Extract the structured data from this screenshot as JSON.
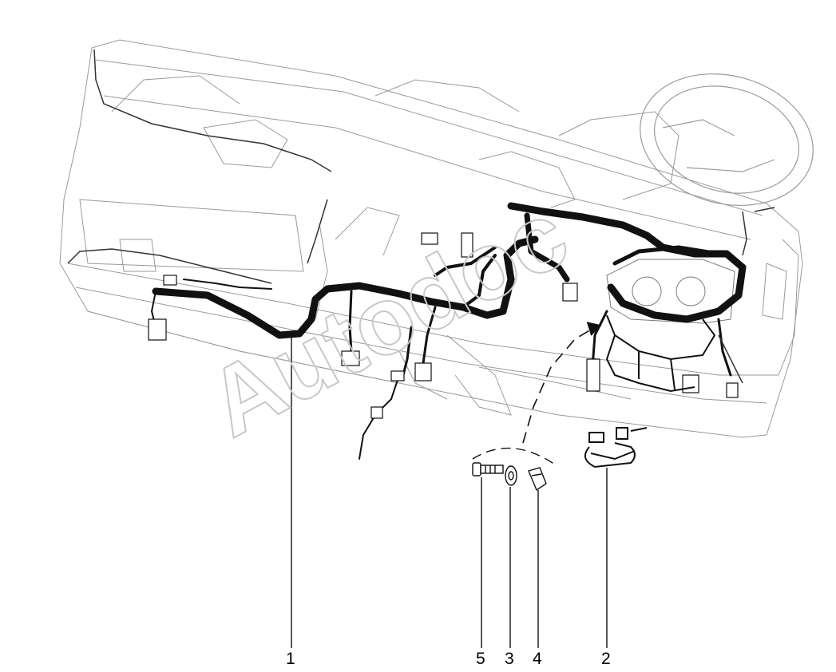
{
  "diagram": {
    "watermark": "Autodoc",
    "callouts": [
      {
        "id": "c1",
        "label": "1"
      },
      {
        "id": "c5",
        "label": "5"
      },
      {
        "id": "c3",
        "label": "3"
      },
      {
        "id": "c4",
        "label": "4"
      },
      {
        "id": "c2",
        "label": "2"
      }
    ]
  }
}
